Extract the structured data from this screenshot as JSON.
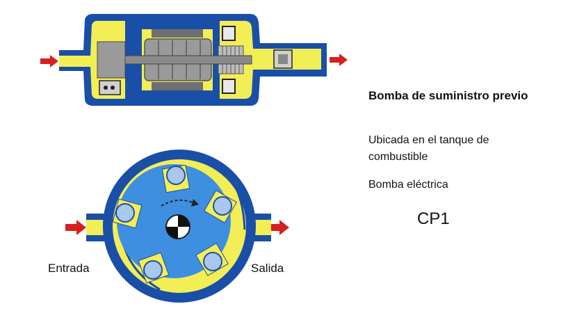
{
  "text": {
    "title": "Bomba de suministro previo",
    "location": "Ubicada en el tanque de combustible",
    "type": "Bomba eléctrica",
    "code": "CP1"
  },
  "labels": {
    "inlet": "Entrada",
    "outlet": "Salida"
  },
  "colors": {
    "housing": "#1a4fa8",
    "cavity": "#f3ee55",
    "rotor": "#3e8fe0",
    "roller": "#a9c8ef",
    "metal": "#9a9a9a",
    "arrow": "#d42020"
  }
}
